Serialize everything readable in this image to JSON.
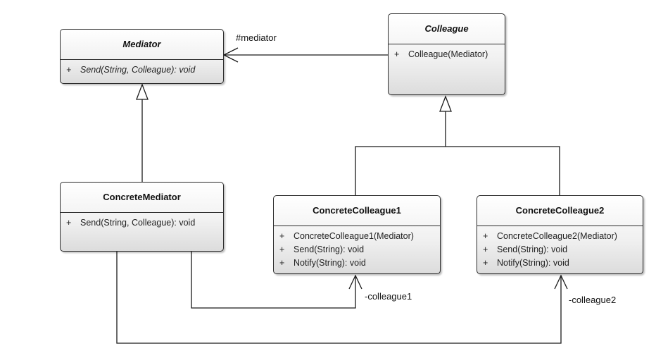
{
  "classes": {
    "mediator": {
      "name": "Mediator",
      "ops": [
        {
          "vis": "+",
          "sig": "Send(String, Colleague): void"
        }
      ]
    },
    "colleague": {
      "name": "Colleague",
      "ops": [
        {
          "vis": "+",
          "sig": "Colleague(Mediator)"
        }
      ]
    },
    "concrete_mediator": {
      "name": "ConcreteMediator",
      "ops": [
        {
          "vis": "+",
          "sig": "Send(String, Colleague): void"
        }
      ]
    },
    "concrete_colleague1": {
      "name": "ConcreteColleague1",
      "ops": [
        {
          "vis": "+",
          "sig": "ConcreteColleague1(Mediator)"
        },
        {
          "vis": "+",
          "sig": "Send(String): void"
        },
        {
          "vis": "+",
          "sig": "Notify(String): void"
        }
      ]
    },
    "concrete_colleague2": {
      "name": "ConcreteColleague2",
      "ops": [
        {
          "vis": "+",
          "sig": "ConcreteColleague2(Mediator)"
        },
        {
          "vis": "+",
          "sig": "Send(String): void"
        },
        {
          "vis": "+",
          "sig": "Notify(String): void"
        }
      ]
    }
  },
  "labels": {
    "mediator_role": "#mediator",
    "colleague1_role": "-colleague1",
    "colleague2_role": "-colleague2"
  }
}
